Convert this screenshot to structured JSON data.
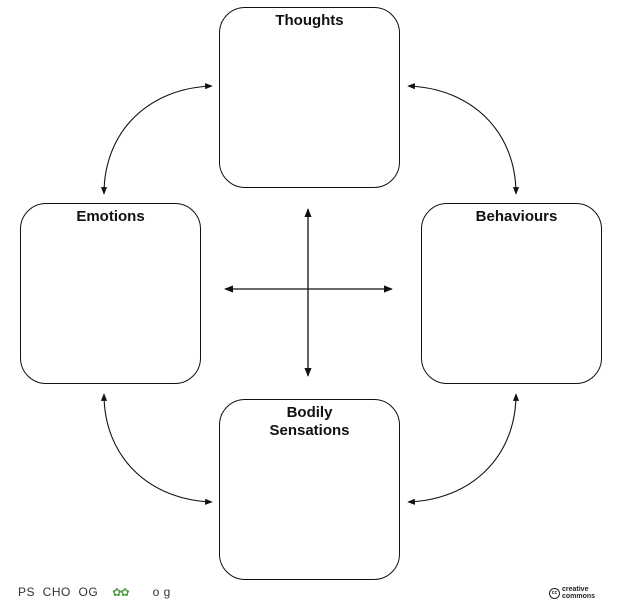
{
  "boxes": {
    "thoughts": {
      "title": "Thoughts"
    },
    "emotions": {
      "title": "Emotions"
    },
    "behaviours": {
      "title": "Behaviours"
    },
    "bodily": {
      "title_line1": "Bodily",
      "title_line2": "Sensations"
    }
  },
  "footer": {
    "left_text": "PS  CHO  OG",
    "left_mark": "✿✿",
    "left_tail": "o g",
    "license_cc": "cc",
    "license_line1": "creative",
    "license_line2": "commons"
  },
  "colors": {
    "stroke": "#111111",
    "background": "#ffffff",
    "footer_mark": "#4a9a3a"
  }
}
